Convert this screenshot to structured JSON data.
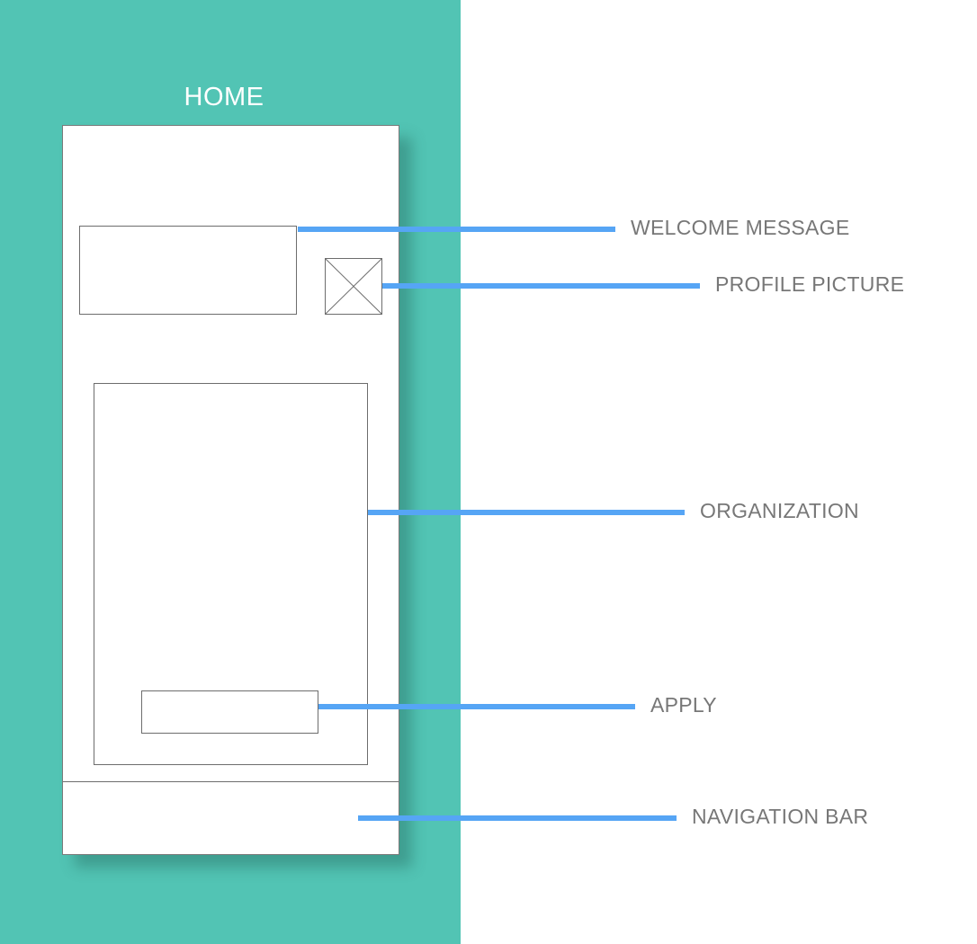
{
  "screen": {
    "title": "HOME"
  },
  "annotations": {
    "welcome_message": "WELCOME MESSAGE",
    "profile_picture": "PROFILE PICTURE",
    "organization": "ORGANIZATION",
    "apply": "APPLY",
    "navigation_bar": "NAVIGATION BAR"
  },
  "colors": {
    "background_panel": "#52c4b4",
    "leader_line": "#56a5f5",
    "annotation_text": "#777777",
    "wireframe_stroke": "#6d6d6d"
  },
  "icons": {
    "profile_picture_placeholder": "image-placeholder-icon"
  }
}
